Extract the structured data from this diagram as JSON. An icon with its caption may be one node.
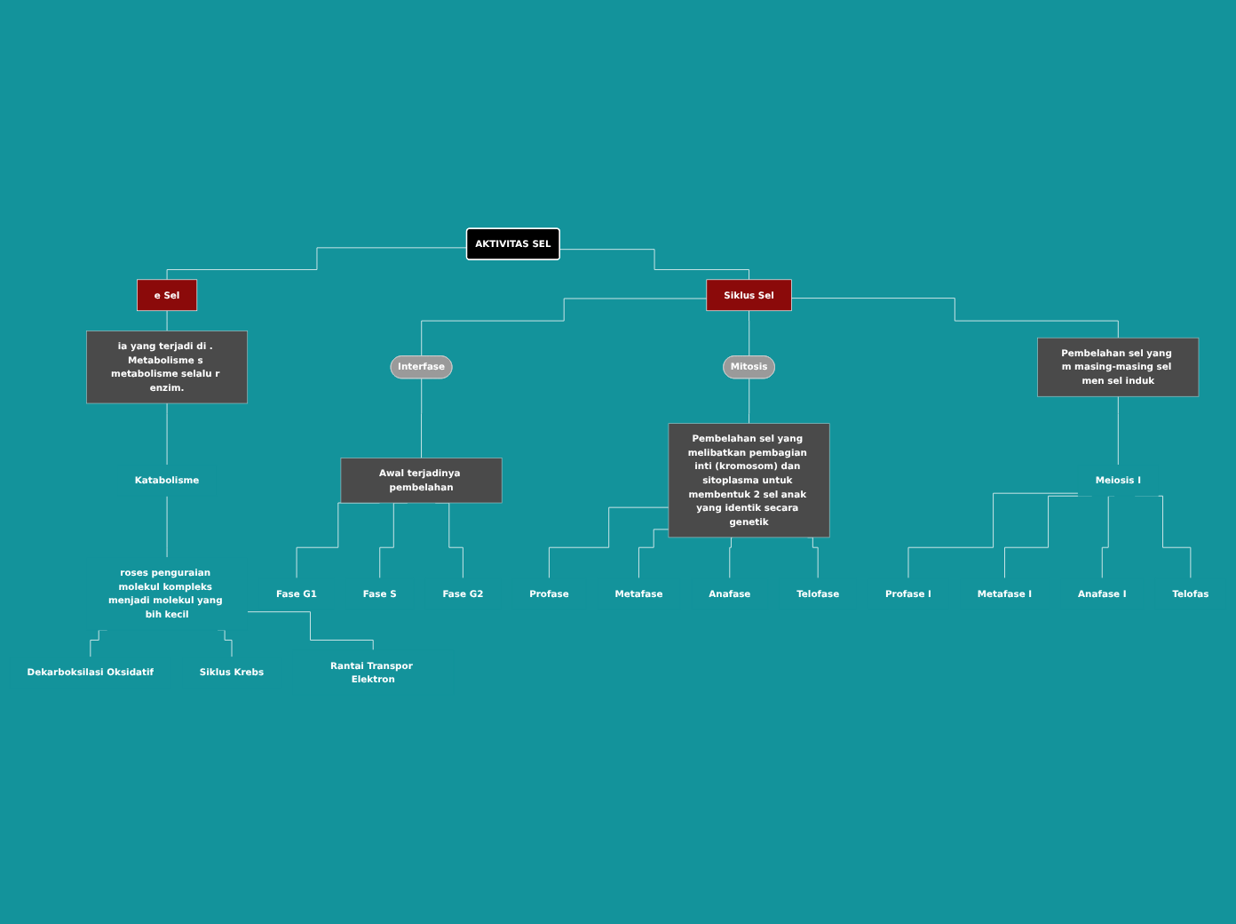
{
  "diagram": {
    "nodes": [
      {
        "text": [
          "AKTIVITAS SEL"
        ]
      },
      {
        "text": [
          "e Sel"
        ]
      },
      {
        "text": [
          "Siklus Sel"
        ]
      },
      {
        "text": [
          "ia yang terjadi di . Metabolisme s metabolisme selalu r enzim."
        ]
      },
      {
        "text": [
          "Katabolisme"
        ]
      },
      {
        "text": [
          "roses penguraian molekul kompleks menjadi molekul yang bih kecil"
        ]
      },
      {
        "text": [
          "Dekarboksilasi Oksidatif"
        ]
      },
      {
        "text": [
          "Siklus Krebs"
        ]
      },
      {
        "text": [
          "Rantai Transpor Elektron"
        ]
      },
      {
        "text": [
          "Interfase"
        ]
      },
      {
        "text": [
          "Awal terjadinya pembelahan"
        ]
      },
      {
        "text": [
          "Fase G1"
        ]
      },
      {
        "text": [
          "Fase S"
        ]
      },
      {
        "text": [
          "Fase G2"
        ]
      },
      {
        "text": [
          "Mitosis"
        ]
      },
      {
        "text": [
          "Pembelahan sel yang melibatkan pembagian inti (kromosom) dan sitoplasma untuk membentuk 2 sel anak yang identik secara genetik"
        ]
      },
      {
        "text": [
          "Profase"
        ]
      },
      {
        "text": [
          "Metafase"
        ]
      },
      {
        "text": [
          "Anafase"
        ]
      },
      {
        "text": [
          "Telofase"
        ]
      },
      {
        "text": [
          "Pembelahan sel yang m masing-masing sel men sel induk"
        ]
      },
      {
        "text": [
          "Meiosis I"
        ]
      },
      {
        "text": [
          "Profase I"
        ]
      },
      {
        "text": [
          "Metafase I"
        ]
      },
      {
        "text": [
          "Anafase I"
        ]
      },
      {
        "text": [
          "Telofas"
        ]
      }
    ],
    "edges": [
      {
        "from": 0,
        "to": 1,
        "arrow": "none"
      },
      {
        "from": 0,
        "to": 2,
        "arrow": "none"
      },
      {
        "from": 1,
        "to": 3,
        "arrow": "none"
      },
      {
        "from": 3,
        "to": 4,
        "arrow": "none"
      },
      {
        "from": 4,
        "to": 5,
        "arrow": "none"
      },
      {
        "from": 5,
        "to": 6,
        "arrow": "none"
      },
      {
        "from": 5,
        "to": 7,
        "arrow": "none"
      },
      {
        "from": 5,
        "to": 8,
        "arrow": "none"
      },
      {
        "from": 2,
        "to": 9,
        "arrow": "none"
      },
      {
        "from": 2,
        "to": 14,
        "arrow": "none"
      },
      {
        "from": 2,
        "to": 20,
        "arrow": "none"
      },
      {
        "from": 9,
        "to": 10,
        "arrow": "none"
      },
      {
        "from": 10,
        "to": 11,
        "arrow": "none"
      },
      {
        "from": 10,
        "to": 12,
        "arrow": "none"
      },
      {
        "from": 10,
        "to": 13,
        "arrow": "none"
      },
      {
        "from": 14,
        "to": 15,
        "arrow": "none"
      },
      {
        "from": 15,
        "to": 16,
        "arrow": "none"
      },
      {
        "from": 15,
        "to": 17,
        "arrow": "none"
      },
      {
        "from": 15,
        "to": 18,
        "arrow": "none"
      },
      {
        "from": 15,
        "to": 19,
        "arrow": "none"
      },
      {
        "from": 20,
        "to": 21,
        "arrow": "none"
      },
      {
        "from": 21,
        "to": 22,
        "arrow": "none"
      },
      {
        "from": 21,
        "to": 23,
        "arrow": "none"
      },
      {
        "from": 21,
        "to": 24,
        "arrow": "none"
      },
      {
        "from": 21,
        "to": 25,
        "arrow": "none"
      }
    ]
  }
}
